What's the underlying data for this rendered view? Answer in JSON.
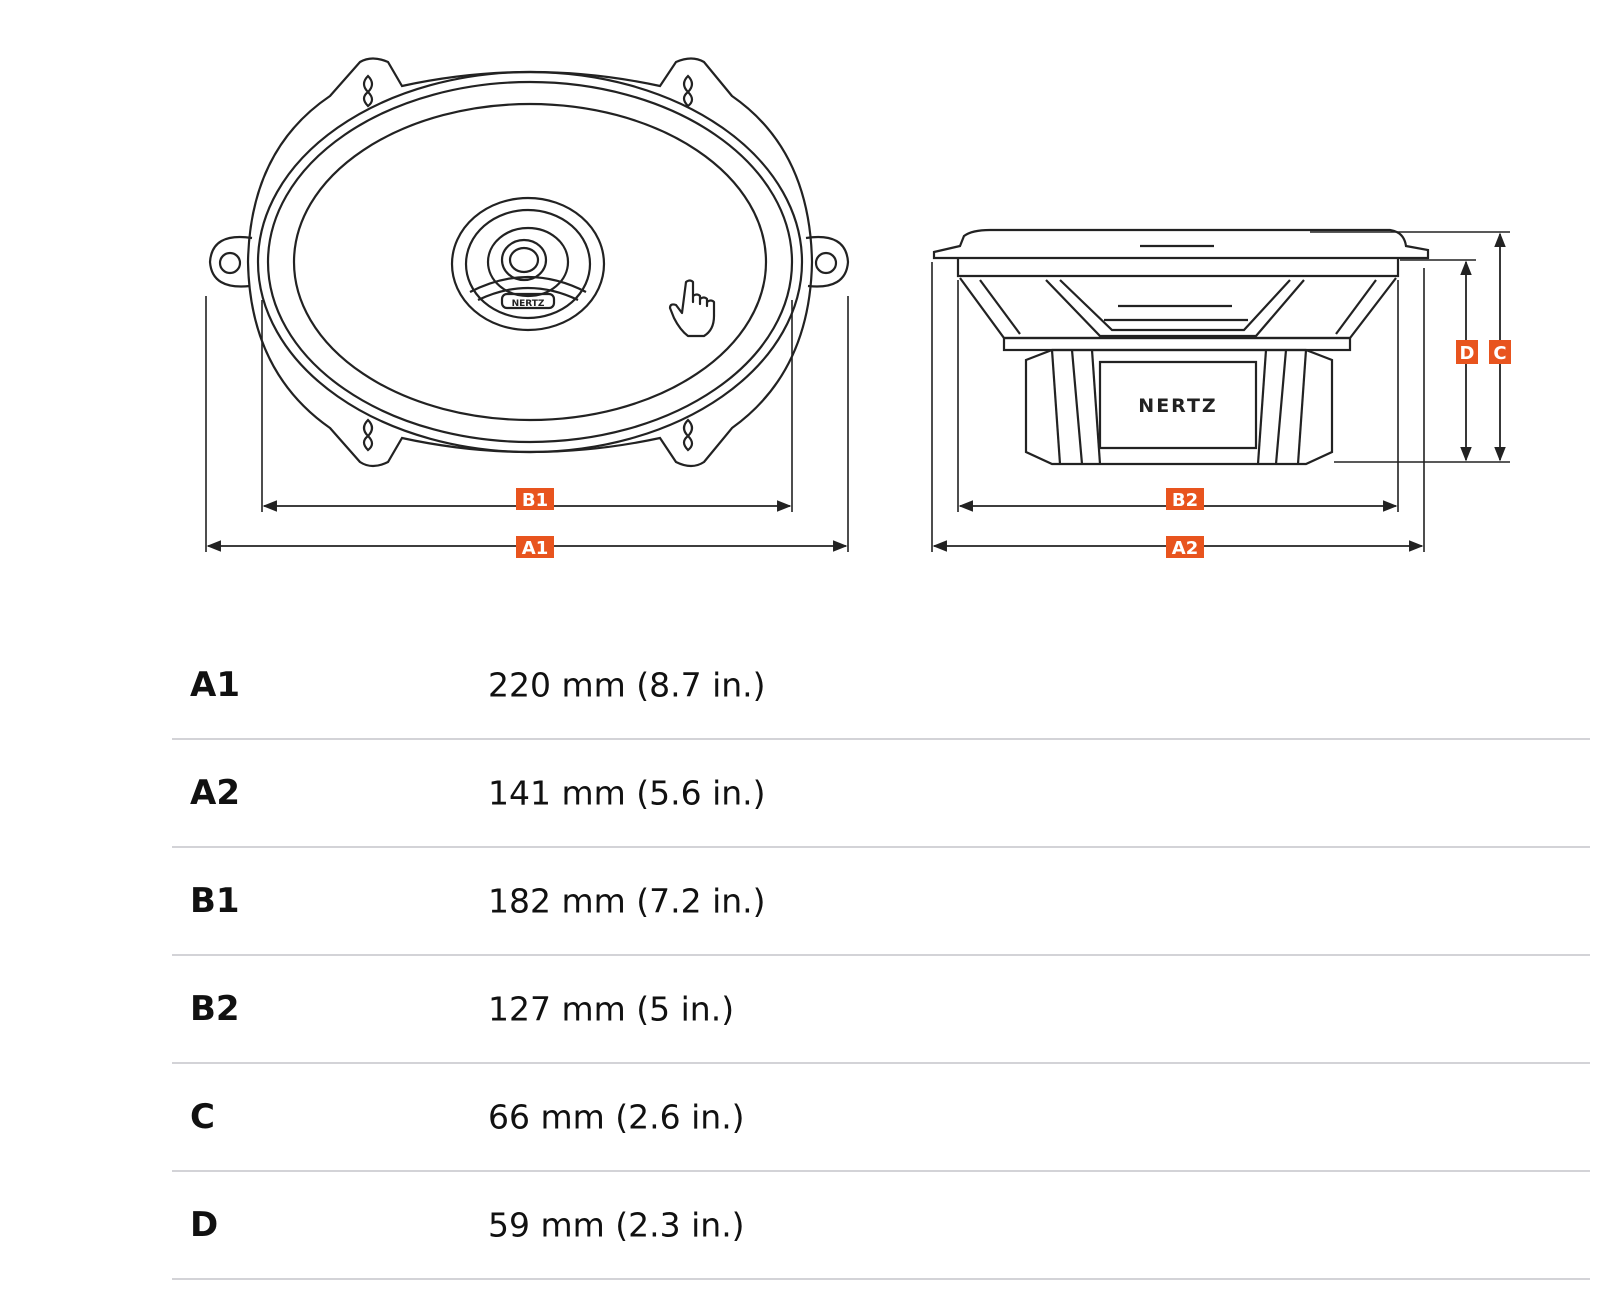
{
  "diagram": {
    "brand_mark": "NERTZ",
    "accent_color": "#e8541e",
    "labels": {
      "b1": "B1",
      "a1": "A1",
      "b2": "B2",
      "a2": "A2",
      "d": "D",
      "c": "C"
    },
    "icons": [
      "hand-cursor-icon"
    ]
  },
  "specs": [
    {
      "key": "A1",
      "value": "220 mm (8.7 in.)"
    },
    {
      "key": "A2",
      "value": "141 mm (5.6 in.)"
    },
    {
      "key": "B1",
      "value": "182 mm (7.2 in.)"
    },
    {
      "key": "B2",
      "value": "127 mm (5 in.)"
    },
    {
      "key": "C",
      "value": "66 mm (2.6 in.)"
    },
    {
      "key": "D",
      "value": "59 mm (2.3 in.)"
    }
  ]
}
